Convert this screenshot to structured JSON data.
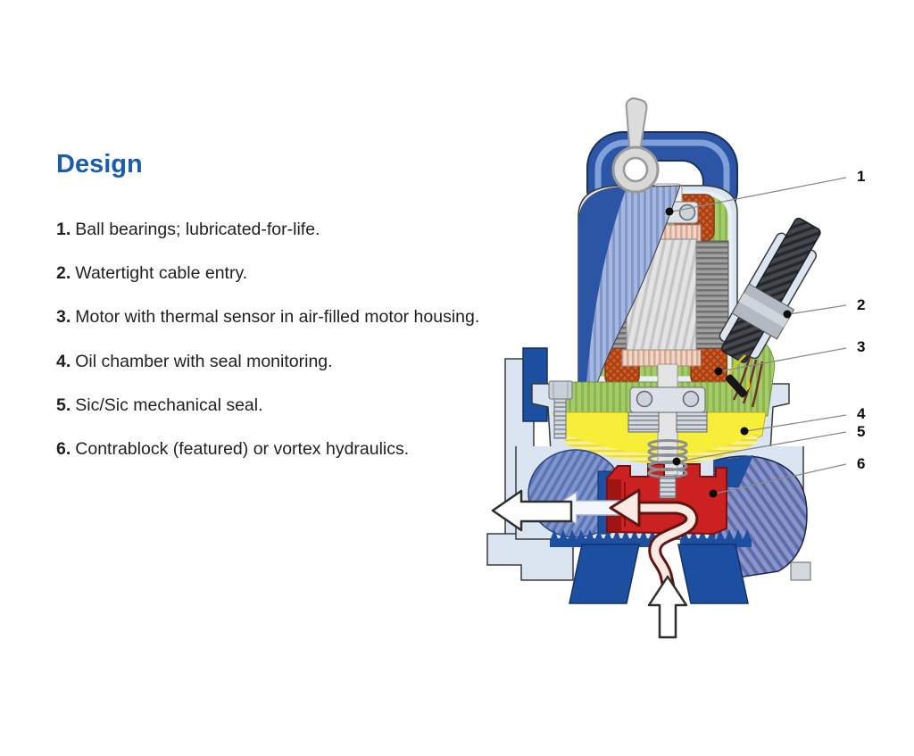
{
  "section": {
    "title": "Design",
    "title_color": "#1a5dad"
  },
  "design_list": {
    "items": [
      {
        "num": "1.",
        "text": "Ball bearings; lubricated-for-life."
      },
      {
        "num": "2.",
        "text": "Watertight cable entry."
      },
      {
        "num": "3.",
        "text": "Motor with thermal sensor in air-filled motor housing."
      },
      {
        "num": "4.",
        "text": "Oil chamber with seal monitoring."
      },
      {
        "num": "5.",
        "text": "Sic/Sic mechanical seal."
      },
      {
        "num": "6.",
        "text": "Contrablock (featured) or vortex hydraulics."
      }
    ]
  },
  "diagram": {
    "callouts": [
      {
        "num": "1"
      },
      {
        "num": "2"
      },
      {
        "num": "3"
      },
      {
        "num": "4"
      },
      {
        "num": "5"
      },
      {
        "num": "6"
      }
    ],
    "colors": {
      "navy": "#2d55a6",
      "dark_navy": "#1d4fa1",
      "housing": "#dbe5f1",
      "green": "#9cc75e",
      "winding_orange": "#cf5b20",
      "oil_yellow": "#f7ee3a",
      "impeller_red": "#cb2121",
      "callout_line": "#8a8a8a"
    }
  }
}
